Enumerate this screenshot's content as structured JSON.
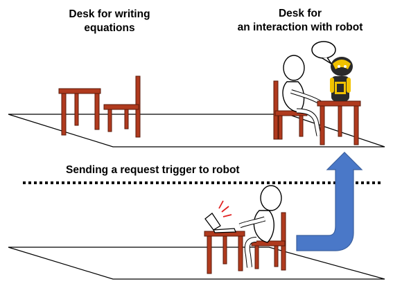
{
  "labels": {
    "left_desk_line1": "Desk for writing",
    "left_desk_line2": "equations",
    "right_desk_line1": "Desk for",
    "right_desk_line2": "an interaction with robot",
    "divider": "Sending a request trigger to robot"
  },
  "colors": {
    "furniture": "#b03a1e",
    "furniture_stroke": "#5a1a0a",
    "arrow": "#4a78c8",
    "arrow_stroke": "#3a5f9e",
    "robot_body": "#2a2a2a",
    "robot_accent": "#f2c200",
    "alert_marks": "#e02020",
    "line": "#000000"
  },
  "icons": [
    "writing-desk",
    "chair",
    "person",
    "robot",
    "speech-bubble",
    "laptop",
    "up-arrow"
  ]
}
